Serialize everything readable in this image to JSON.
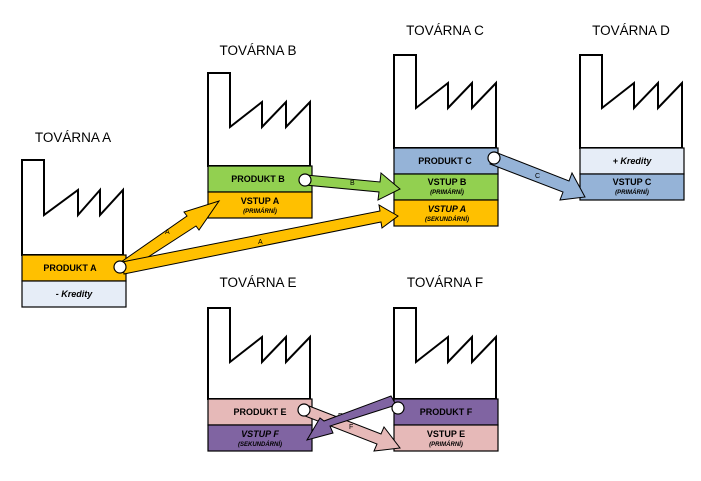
{
  "factories": {
    "a": {
      "title": "TOVÁRNA A",
      "box1": "PRODUKT A",
      "box2": "- Kredity"
    },
    "b": {
      "title": "TOVÁRNA B",
      "box1": "PRODUKT B",
      "box2": "VSTUP A",
      "box2_sub": "(PRIMÁRNÍ)"
    },
    "c": {
      "title": "TOVÁRNA C",
      "box1": "PRODUKT C",
      "box2": "VSTUP B",
      "box2_sub": "(PRIMÁRNÍ)",
      "box3": "VSTUP A",
      "box3_sub": "(SEKUNDÁRNÍ)"
    },
    "d": {
      "title": "TOVÁRNA D",
      "box1": "+ Kredity",
      "box2": "VSTUP C",
      "box2_sub": "(PRIMÁRNÍ)"
    },
    "e": {
      "title": "TOVÁRNA E",
      "box1": "PRODUKT E",
      "box2": "VSTUP F",
      "box2_sub": "(SEKUNDÁRNÍ)"
    },
    "f": {
      "title": "TOVÁRNA F",
      "box1": "PRODUKT F",
      "box2": "VSTUP E",
      "box2_sub": "(PRIMÁRNÍ)"
    }
  },
  "arrows": {
    "a_to_b": "A",
    "a_to_c": "A",
    "b_to_c": "B",
    "c_to_d": "C",
    "e_to_f": "E",
    "f_to_e": "F"
  },
  "colors": {
    "orange": "#FFC000",
    "green": "#92D050",
    "blue": "#95B3D7",
    "pale_blue": "#E6EDF7",
    "pink": "#E6B9B8",
    "purple": "#8064A2"
  }
}
